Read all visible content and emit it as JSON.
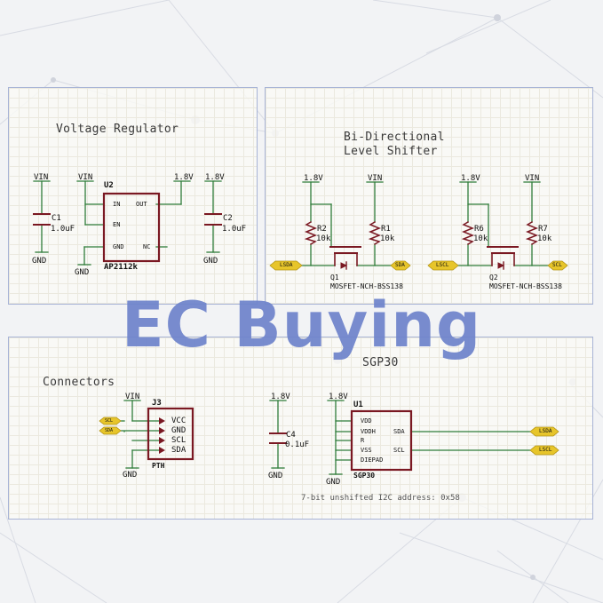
{
  "panels": {
    "voltage_regulator": "Voltage Regulator",
    "level_shifter_line1": "Bi-Directional",
    "level_shifter_line2": "Level Shifter",
    "connectors": "Connectors",
    "sgp30": "SGP30"
  },
  "nets": {
    "vin": "VIN",
    "v18": "1.8V",
    "gnd": "GND",
    "lsda": "LSDA",
    "lscl": "LSCL",
    "sda": "SDA",
    "scl": "SCL"
  },
  "regulator": {
    "c1_ref": "C1",
    "c1_val": "1.0uF",
    "c2_ref": "C2",
    "c2_val": "1.0uF",
    "u2_ref": "U2",
    "u2_part": "AP2112k",
    "pin_in": "IN",
    "pin_en": "EN",
    "pin_gnd": "GND",
    "pin_out": "OUT",
    "pin_nc": "NC"
  },
  "shifter": {
    "r2_ref": "R2",
    "r2_val": "10k",
    "r1_ref": "R1",
    "r1_val": "10k",
    "q1_ref": "Q1",
    "q1_part": "MOSFET-NCH-BSS138",
    "r6_ref": "R6",
    "r6_val": "10k",
    "r7_ref": "R7",
    "r7_val": "10k",
    "q2_ref": "Q2",
    "q2_part": "MOSFET-NCH-BSS138"
  },
  "connector": {
    "j3_ref": "J3",
    "j3_part": "PTH",
    "pins": [
      "VCC",
      "GND",
      "SCL",
      "SDA"
    ]
  },
  "sensor": {
    "c4_ref": "C4",
    "c4_val": "0.1uF",
    "u1_ref": "U1",
    "u1_part": "SGP30",
    "pins_left": [
      "VDD",
      "VDDH",
      "R",
      "VSS",
      "DIEPAD"
    ],
    "pin_sda": "SDA",
    "pin_scl": "SCL",
    "note": "7-bit unshifted I2C address: 0x58"
  },
  "watermark": "EC Buying",
  "colors": {
    "wire": "#2f7d3a",
    "part": "#7a1822",
    "label": "#e7c52a",
    "panel_border": "#a7b3d6",
    "watermark": "#6f84cc"
  }
}
